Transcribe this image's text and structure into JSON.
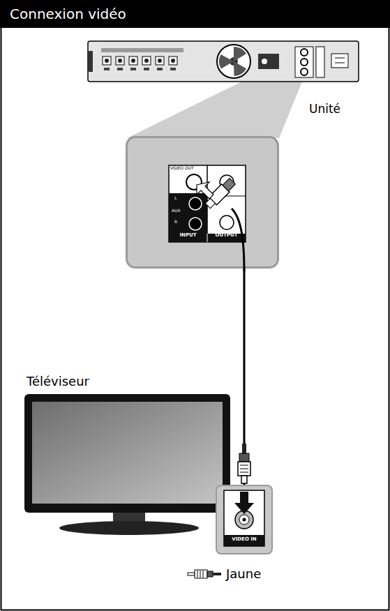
{
  "diagram": {
    "title": "Connexion vidéo",
    "nodes": [
      {
        "text": [
          "Unité"
        ]
      },
      {
        "text": [
          "VIDEO OUT",
          "L",
          "AUX",
          "R",
          "INPUT",
          "OUTPUT"
        ]
      },
      {
        "text": [
          "Téléviseur"
        ]
      },
      {
        "text": [
          "VIDEO IN"
        ]
      }
    ],
    "edges": [
      {
        "from": 1,
        "to": 3,
        "arrow": "none"
      }
    ],
    "legend": [
      {
        "text": "Jaune"
      }
    ]
  }
}
